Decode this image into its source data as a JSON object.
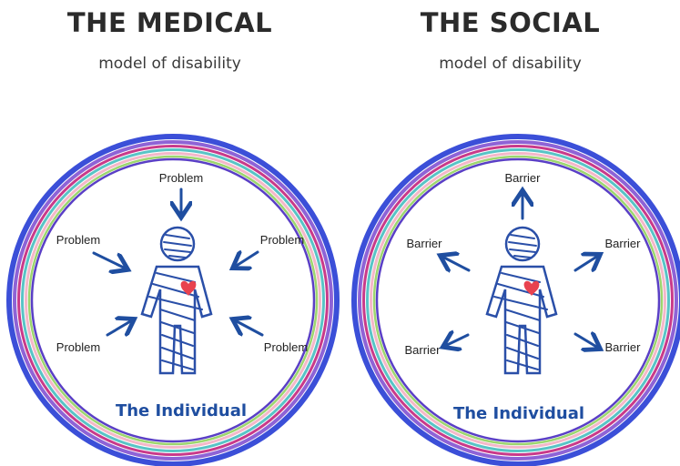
{
  "medical": {
    "title": "THE MEDICAL",
    "subtitle": "model of disability",
    "labels": {
      "top": "Problem",
      "left_upper": "Problem",
      "right_upper": "Problem",
      "left_lower": "Problem",
      "right_lower": "Problem"
    },
    "caption": "The Individual"
  },
  "social": {
    "title": "THE SOCIAL",
    "subtitle": "model of disability",
    "labels": {
      "top": "Barrier",
      "left_upper": "Barrier",
      "right_upper": "Barrier",
      "left_lower": "Barrier",
      "right_lower": "Barrier"
    },
    "caption": "The Individual"
  },
  "colors": {
    "ring_colors": [
      "#3b4fd8",
      "#8e63d6",
      "#c93a8a",
      "#58c4c6",
      "#f4b7c9",
      "#9dd66e",
      "#5a3fc6"
    ],
    "figure": "#2a4fa8",
    "heart": "#e8424f",
    "arrow": "#1f4ea0",
    "caption": "#1f4ea0"
  },
  "arrow_semantics": {
    "medical": "arrows point inward toward the individual",
    "social": "arrows point outward away from the individual"
  }
}
